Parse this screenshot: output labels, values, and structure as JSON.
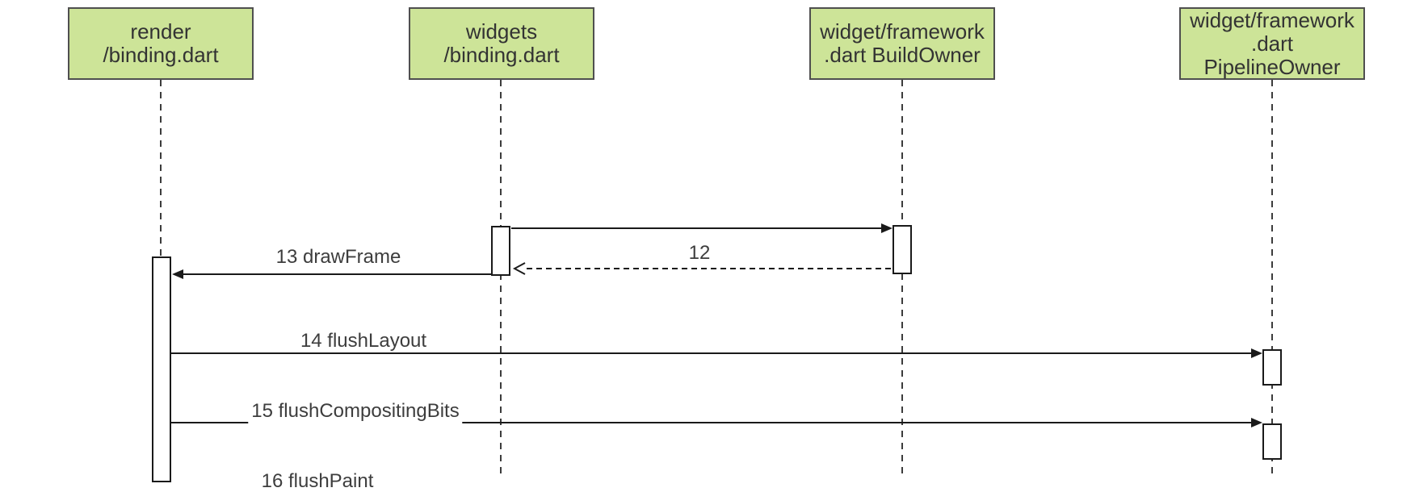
{
  "diagram": {
    "kind": "uml-sequence-diagram",
    "colors": {
      "actor_fill": "#cde498",
      "actor_border": "#4f4f4f",
      "line": "#1a1a1a",
      "text": "#333333",
      "background": "#ffffff"
    },
    "actors": [
      {
        "name": "render-binding",
        "lines": [
          "render",
          "/binding.dart"
        ]
      },
      {
        "name": "widgets-binding",
        "lines": [
          "widgets",
          "/binding.dart"
        ]
      },
      {
        "name": "build-owner",
        "lines": [
          "widget/framework",
          ".dart BuildOwner"
        ]
      },
      {
        "name": "pipeline-owner",
        "lines": [
          "widget/framework",
          ".dart",
          "PipelineOwner"
        ]
      }
    ],
    "messages": [
      {
        "name": "message-12",
        "label": "12",
        "kind": "sync-call",
        "from": "widgets-binding",
        "to": "build-owner"
      },
      {
        "name": "message-12-return",
        "label": "",
        "kind": "return",
        "from": "build-owner",
        "to": "widgets-binding"
      },
      {
        "name": "message-13",
        "label": "13 drawFrame",
        "kind": "sync-call",
        "from": "widgets-binding",
        "to": "render-binding"
      },
      {
        "name": "message-14",
        "label": "14 flushLayout",
        "kind": "sync-call",
        "from": "render-binding",
        "to": "pipeline-owner"
      },
      {
        "name": "message-15",
        "label": "15 flushCompositingBits",
        "kind": "sync-call",
        "from": "render-binding",
        "to": "pipeline-owner"
      },
      {
        "name": "message-16",
        "label": "16 flushPaint",
        "kind": "sync-call",
        "from": "render-binding",
        "to": "pipeline-owner",
        "partially_visible": true
      }
    ]
  }
}
